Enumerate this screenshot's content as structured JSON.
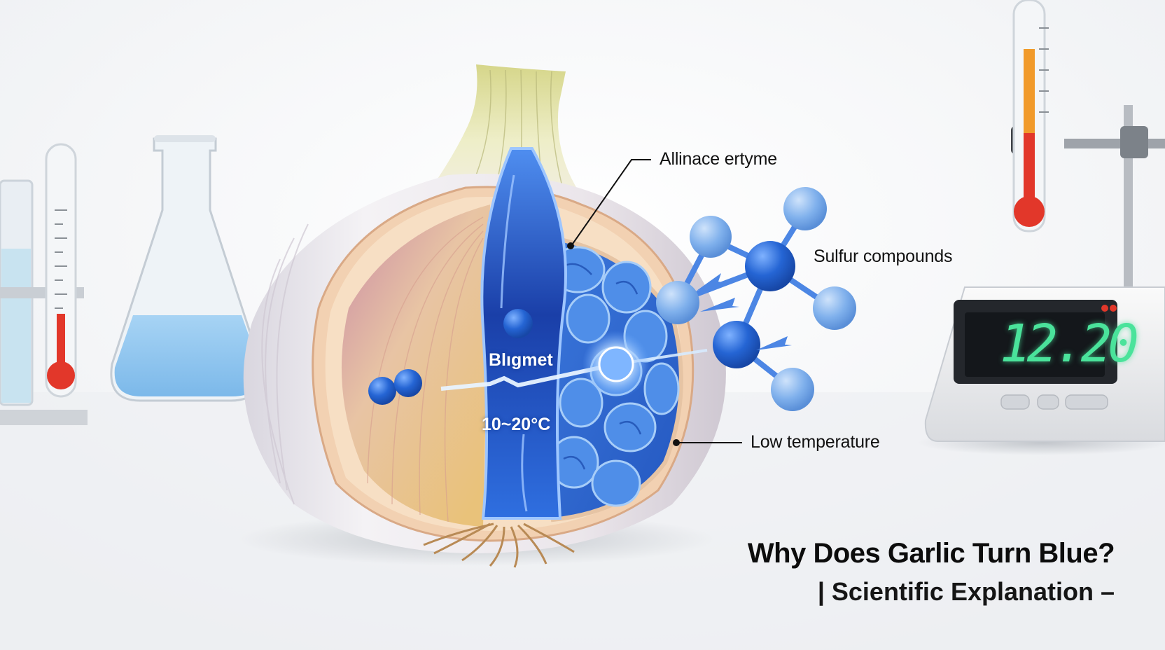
{
  "title": "Why Does Garlic Turn Blue?",
  "subtitle": "| Scientific Explanation –",
  "callouts": {
    "enzyme": "Allinace ertyme",
    "sulfur": "Sulfur compounds",
    "low_temp": "Low temperature"
  },
  "bulb_labels": {
    "pigment": "Blıgmet",
    "temperature_range": "10~20°C"
  },
  "meter": {
    "readout": "12.20",
    "screen_color": "#4ae39b"
  },
  "colors": {
    "pigment_blue": "#1f56c8",
    "molecule_blue": "#2a6fd8",
    "thermometer_red": "#e2372a"
  }
}
